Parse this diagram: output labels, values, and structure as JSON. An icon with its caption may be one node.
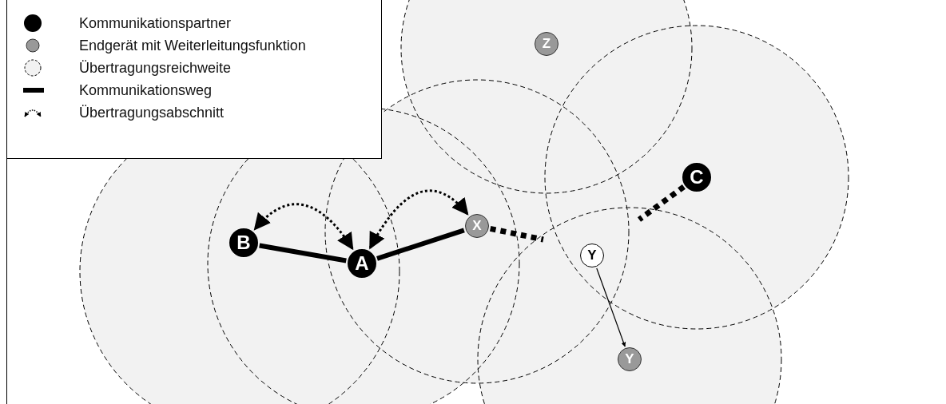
{
  "diagram": {
    "nodes": [
      {
        "text": [
          "Z"
        ]
      },
      {
        "text": [
          "C"
        ]
      },
      {
        "text": [
          "X"
        ]
      },
      {
        "text": [
          "B"
        ]
      },
      {
        "text": [
          "Y"
        ]
      },
      {
        "text": [
          "A"
        ]
      },
      {
        "text": [
          "Y"
        ]
      }
    ],
    "edges": [
      {
        "from": 3,
        "to": 5,
        "arrow": "none"
      },
      {
        "from": 5,
        "to": 2,
        "arrow": "none"
      },
      {
        "from": 5,
        "to": 3,
        "arrow": "both",
        "style": "dashed"
      },
      {
        "from": 5,
        "to": 2,
        "arrow": "both",
        "style": "dashed"
      },
      {
        "from": 2,
        "to": null,
        "arrow": "none",
        "style": "dashed"
      },
      {
        "from": 1,
        "to": null,
        "arrow": "none",
        "style": "dashed"
      },
      {
        "from": 4,
        "to": 6,
        "arrow": "to"
      }
    ],
    "legend": [
      {
        "text": "Kommunikationspartner"
      },
      {
        "text": "Endgerät mit Weiterleitungsfunktion"
      },
      {
        "text": "Übertragungsreichweite"
      },
      {
        "text": "Kommunikationsweg"
      },
      {
        "text": "Übertragungsabschnitt"
      }
    ]
  }
}
